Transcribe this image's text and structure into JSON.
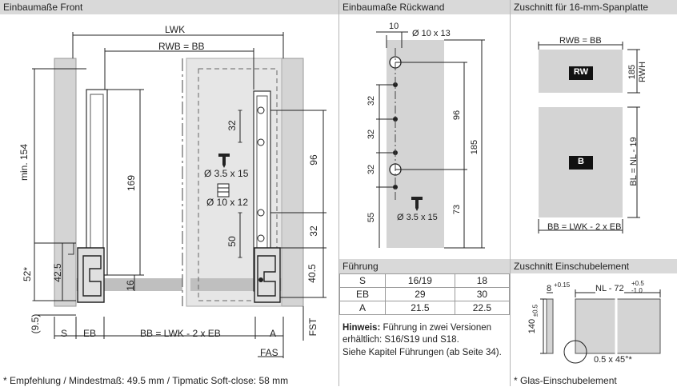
{
  "panels": {
    "front": {
      "title": "Einbaumaße Front",
      "labels": {
        "lwk": "LWK",
        "rwb": "RWB = BB",
        "min154": "min. 154",
        "d169": "169",
        "d32a": "32",
        "d96": "96",
        "d50": "50",
        "d32b": "32",
        "d405": "40.5",
        "d16": "16",
        "d52": "52*",
        "d425": "42.5",
        "d95": "(9.5)",
        "screw": "Ø 3.5 x 15",
        "dowel": "Ø 10 x 12",
        "s": "S",
        "eb": "EB",
        "bb": "BB = LWK - 2 x EB",
        "a": "A",
        "fas": "FAS",
        "fst": "FST"
      },
      "footnote": "* Empfehlung / Mindestmaß: 49.5 mm / Tipmatic Soft-close: 58 mm"
    },
    "rear": {
      "title": "Einbaumaße Rückwand",
      "labels": {
        "d10": "10",
        "d10x13": "Ø 10 x 13",
        "d32a": "32",
        "d32b": "32",
        "d32c": "32",
        "d55": "55",
        "d96": "96",
        "d185": "185",
        "d73": "73",
        "screw": "Ø 3.5 x 15"
      }
    },
    "cut16": {
      "title": "Zuschnitt für 16-mm-Spanplatte",
      "labels": {
        "rwb": "RWB = BB",
        "d185": "185",
        "rwh": "RWH",
        "rw": "RW",
        "b": "B",
        "bl": "BL = NL - 19",
        "bb": "BB = LWK - 2 x EB"
      }
    },
    "guide": {
      "title": "Führung",
      "table": {
        "header": [
          "S",
          "16/19",
          "18"
        ],
        "rows": [
          [
            "EB",
            "29",
            "30"
          ],
          [
            "A",
            "21.5",
            "22.5"
          ]
        ]
      },
      "hint_label": "Hinweis:",
      "hint_text": " Führung in zwei Versionen erhältlich: S16/S19 und S18.",
      "hint_line2": "Siehe Kapitel Führungen (ab Seite 34)."
    },
    "insert": {
      "title": "Zuschnitt Einschubelement",
      "labels": {
        "d8": "8",
        "d8tol": "+0.15",
        "nl": "NL - 72",
        "nltol_up": "+0.5",
        "nltol_dn": "-1.0",
        "d140": "140",
        "d140tol": "±0.5",
        "chamfer": "0.5 x 45°*"
      },
      "footnote": "* Glas-Einschubelement"
    }
  }
}
